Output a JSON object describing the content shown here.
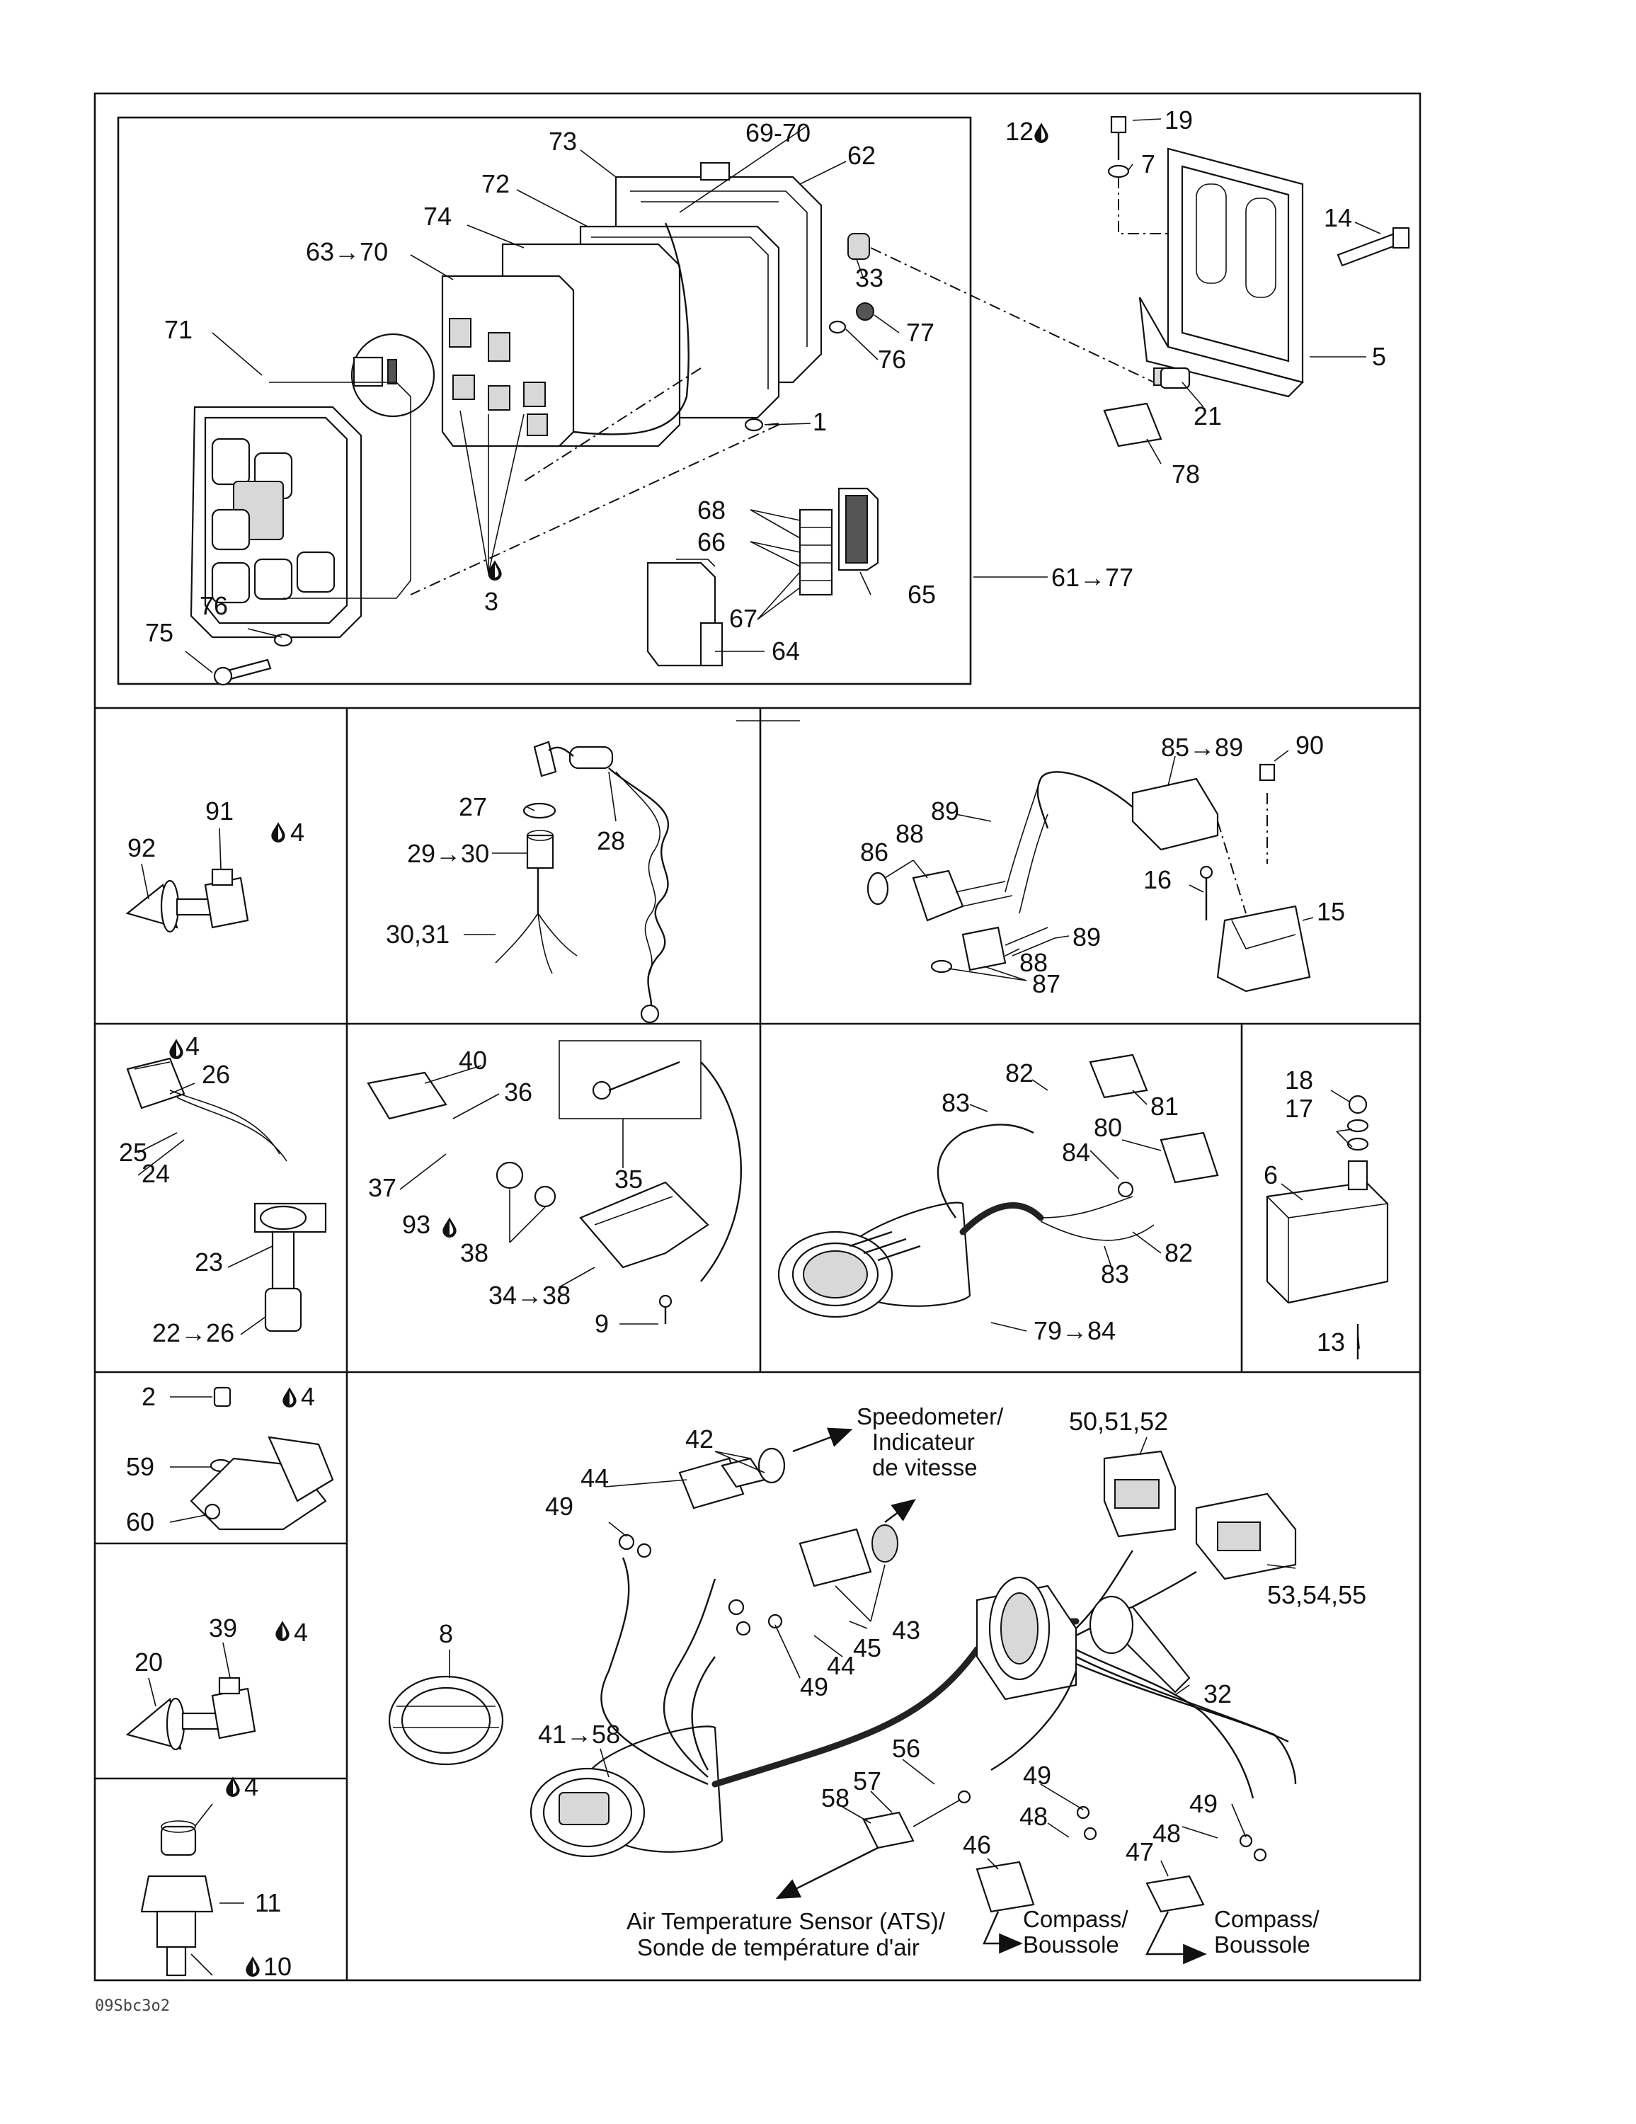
{
  "labels": {
    "p1": "1",
    "p2": "2",
    "p3": "3",
    "p4a": "4",
    "p4b": "4",
    "p4c": "4",
    "p4d": "4",
    "p4e": "4",
    "p5": "5",
    "p6": "6",
    "p7": "7",
    "p8": "8",
    "p9": "9",
    "p10": "10",
    "p11": "11",
    "p12": "12",
    "p13": "13",
    "p14": "14",
    "p15": "15",
    "p16": "16",
    "p17": "17",
    "p18": "18",
    "p19": "19",
    "p20": "20",
    "p21": "21",
    "p22_26": "22→26",
    "p23": "23",
    "p24": "24",
    "p25": "25",
    "p26": "26",
    "p27": "27",
    "p28": "28",
    "p29_30": "29→30",
    "p30_31": "30,31",
    "p32": "32",
    "p33": "33",
    "p34_38": "34→38",
    "p35": "35",
    "p36": "36",
    "p37": "37",
    "p38": "38",
    "p39": "39",
    "p40": "40",
    "p41_58": "41→58",
    "p42": "42",
    "p43": "43",
    "p44a": "44",
    "p44b": "44",
    "p45": "45",
    "p46": "46",
    "p47": "47",
    "p48a": "48",
    "p48b": "48",
    "p49a": "49",
    "p49b": "49",
    "p49c": "49",
    "p49d": "49",
    "p50_52": "50,51,52",
    "p53_55": "53,54,55",
    "p56": "56",
    "p57": "57",
    "p58": "58",
    "p59": "59",
    "p60": "60",
    "p61_77": "61→77",
    "p62": "62",
    "p63_70": "63→70",
    "p64": "64",
    "p65": "65",
    "p66": "66",
    "p67": "67",
    "p68": "68",
    "p69_70": "69-70",
    "p71": "71",
    "p72": "72",
    "p73": "73",
    "p74": "74",
    "p75": "75",
    "p76a": "76",
    "p76b": "76",
    "p77": "77",
    "p78": "78",
    "p79_84": "79→84",
    "p80": "80",
    "p81": "81",
    "p82a": "82",
    "p82b": "82",
    "p83a": "83",
    "p83b": "83",
    "p84": "84",
    "p85_89": "85→89",
    "p86": "86",
    "p87": "87",
    "p88a": "88",
    "p88b": "88",
    "p89a": "89",
    "p89b": "89",
    "p90": "90",
    "p91": "91",
    "p92": "92",
    "p93": "93"
  },
  "captions": {
    "speedometer_en": "Speedometer/",
    "speedometer_fr1": "Indicateur",
    "speedometer_fr2": "de vitesse",
    "ats_en": "Air Temperature Sensor (ATS)/",
    "ats_fr": "Sonde de température d'air",
    "compass1_en": "Compass/",
    "compass1_fr": "Boussole",
    "compass2_en": "Compass/",
    "compass2_fr": "Boussole"
  },
  "figure_ref": "09Sbc3o2",
  "icons": [
    "drop-icon"
  ]
}
